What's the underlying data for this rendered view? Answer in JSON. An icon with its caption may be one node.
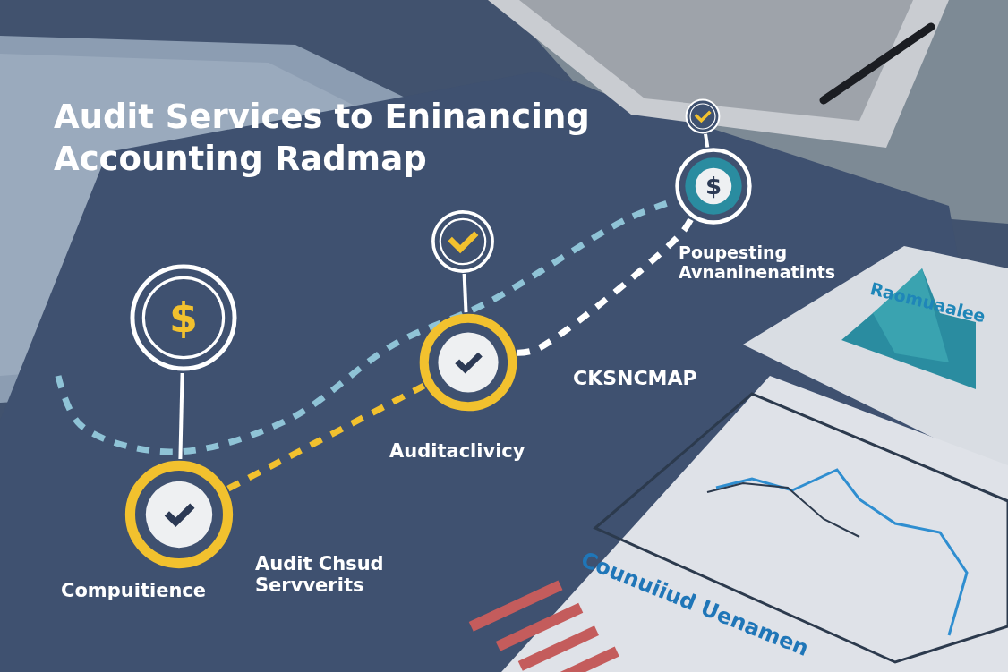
{
  "diagram": {
    "title": "Audit Services to Eninancing Accounting Radmap",
    "nodes": [
      {
        "text": [],
        "shape": "circle",
        "beside": [
          "Compuitience",
          "Audit Chsud Servverits"
        ]
      },
      {
        "text": [
          "$"
        ]
      },
      {
        "text": [],
        "shape": "circle",
        "beside": [
          "Auditaclivicy",
          "CKSNCMAP"
        ]
      },
      {
        "text": [],
        "shape": "circle"
      },
      {
        "text": [
          "$"
        ],
        "beside": [
          "Poupesting Avnaninenatints"
        ]
      },
      {
        "text": [],
        "shape": "circle"
      }
    ],
    "edges": [
      {
        "from": 1,
        "to": 0,
        "arrow": "none"
      },
      {
        "from": 3,
        "to": 2,
        "arrow": "none"
      },
      {
        "from": 5,
        "to": 4,
        "arrow": "none"
      },
      {
        "from": 0,
        "to": 2,
        "arrow": "none",
        "style": "dashed",
        "color": "#f2c12e"
      },
      {
        "from": null,
        "to": 4,
        "arrow": "none",
        "style": "dashed",
        "color": "#8fc3d6"
      },
      {
        "from": 2,
        "to": 4,
        "arrow": "none",
        "style": "dashed"
      }
    ],
    "labels": [
      "Raomuaalee",
      "Counuiiud Uenamen"
    ]
  }
}
